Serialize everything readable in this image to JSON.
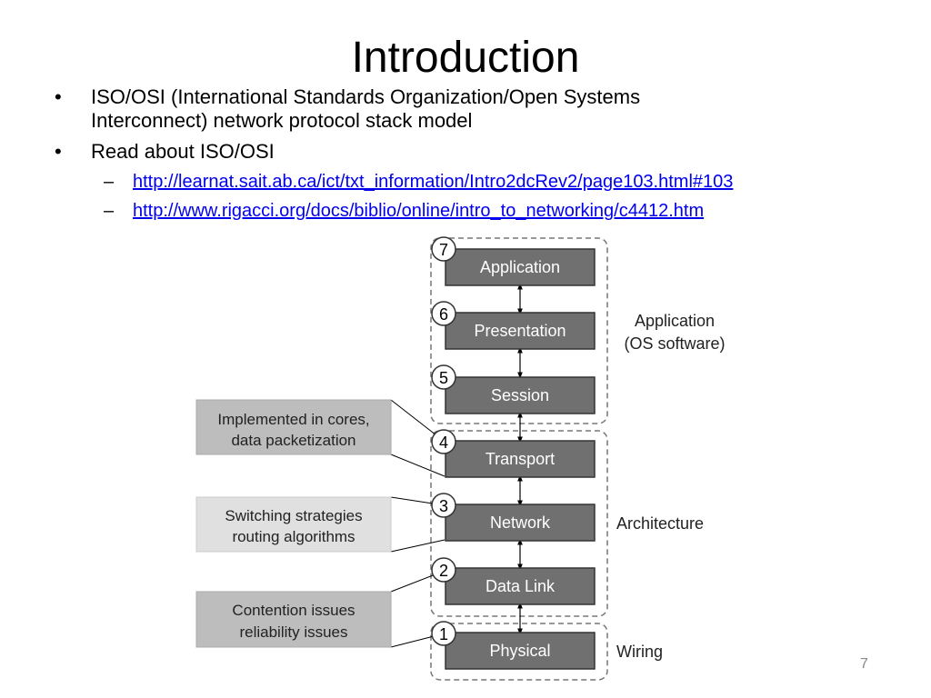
{
  "slide": {
    "title": "Introduction",
    "bullets": [
      "ISO/OSI (International Standards Organization/Open Systems",
      "Interconnect) network protocol stack model",
      "Read about ISO/OSI"
    ],
    "links": [
      "http://learnat.sait.ab.ca/ict/txt_information/Intro2dcRev2/page103.html#103",
      "http://www.rigacci.org/docs/biblio/online/intro_to_networking/c4412.htm"
    ],
    "page_number": "7"
  },
  "diagram": {
    "layers": [
      {
        "number": "7",
        "name": "Application"
      },
      {
        "number": "6",
        "name": "Presentation"
      },
      {
        "number": "5",
        "name": "Session"
      },
      {
        "number": "4",
        "name": "Transport"
      },
      {
        "number": "3",
        "name": "Network"
      },
      {
        "number": "2",
        "name": "Data Link"
      },
      {
        "number": "1",
        "name": "Physical"
      }
    ],
    "groups": [
      {
        "label_line1": "Application",
        "label_line2": "(OS software)"
      },
      {
        "label_line1": "Architecture"
      },
      {
        "label_line1": "Wiring"
      }
    ],
    "notes": [
      {
        "line1": "Implemented in cores,",
        "line2": "data packetization"
      },
      {
        "line1": "Switching strategies",
        "line2": "routing algorithms"
      },
      {
        "line1": "Contention issues",
        "line2": "reliability issues"
      }
    ],
    "colors": {
      "layer_box": "#707070",
      "note_dark": "#bdbdbd",
      "note_light": "#e0e0e0"
    }
  }
}
